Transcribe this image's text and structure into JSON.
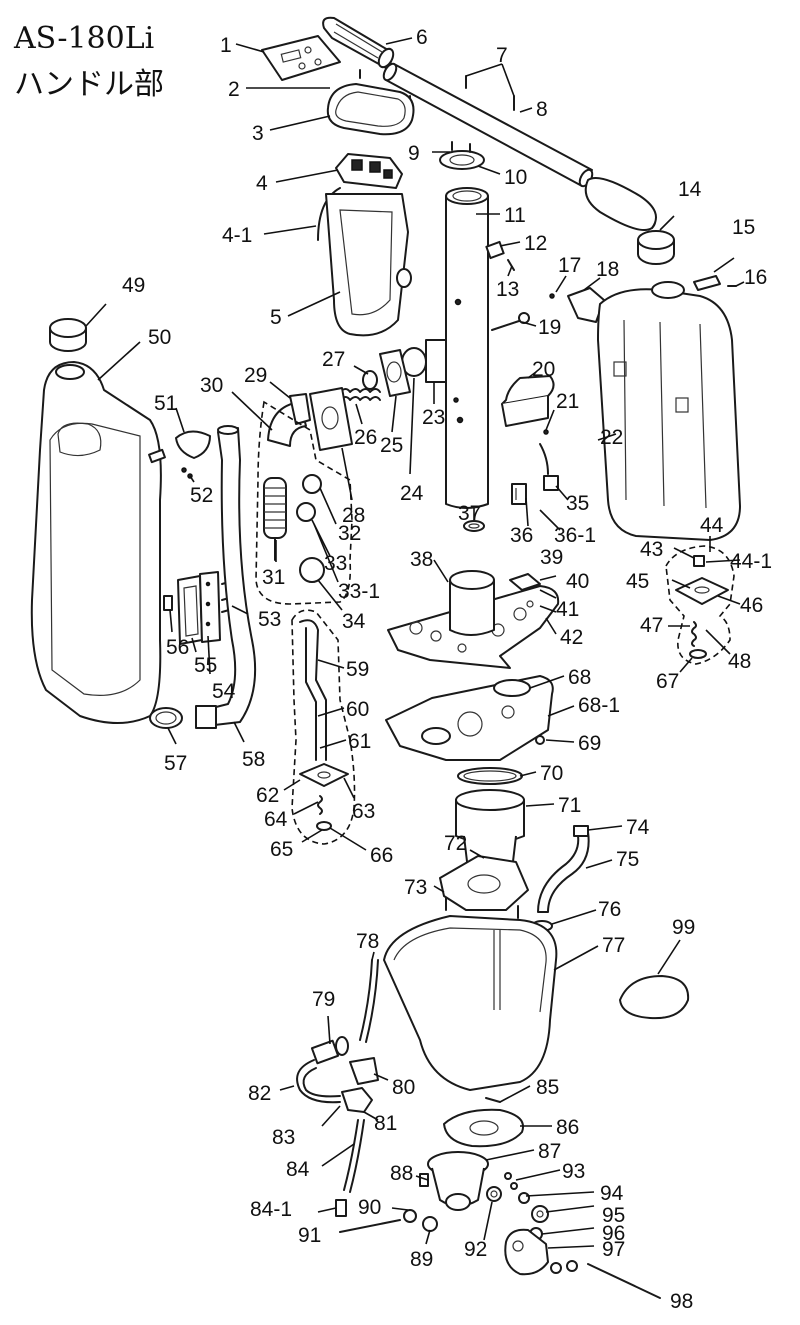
{
  "title": {
    "model": "AS-180Li",
    "section": "ハンドル部"
  },
  "callouts": {
    "c1": "1",
    "c2": "2",
    "c3": "3",
    "c4": "4",
    "c4_1": "4-1",
    "c5": "5",
    "c6": "6",
    "c7": "7",
    "c8": "8",
    "c9": "9",
    "c10": "10",
    "c11": "11",
    "c12": "12",
    "c13": "13",
    "c14": "14",
    "c15": "15",
    "c16": "16",
    "c17": "17",
    "c18": "18",
    "c19": "19",
    "c20": "20",
    "c21": "21",
    "c22": "22",
    "c23": "23",
    "c24": "24",
    "c25": "25",
    "c26": "26",
    "c27": "27",
    "c28": "28",
    "c29": "29",
    "c30": "30",
    "c31": "31",
    "c32": "32",
    "c33": "33",
    "c33_1": "33-1",
    "c34": "34",
    "c35": "35",
    "c36": "36",
    "c36_1": "36-1",
    "c37": "37",
    "c38": "38",
    "c39": "39",
    "c40": "40",
    "c41": "41",
    "c42": "42",
    "c43": "43",
    "c44": "44",
    "c44_1": "44-1",
    "c45": "45",
    "c46": "46",
    "c47": "47",
    "c48": "48",
    "c49": "49",
    "c50": "50",
    "c51": "51",
    "c52": "52",
    "c53": "53",
    "c54": "54",
    "c55": "55",
    "c56": "56",
    "c57": "57",
    "c58": "58",
    "c59": "59",
    "c60": "60",
    "c61": "61",
    "c62": "62",
    "c63": "63",
    "c64": "64",
    "c65": "65",
    "c66": "66",
    "c67": "67",
    "c68": "68",
    "c68_1": "68-1",
    "c69": "69",
    "c70": "70",
    "c71": "71",
    "c72": "72",
    "c73": "73",
    "c74": "74",
    "c75": "75",
    "c76": "76",
    "c77": "77",
    "c78": "78",
    "c79": "79",
    "c80": "80",
    "c81": "81",
    "c82": "82",
    "c83": "83",
    "c84": "84",
    "c84_1": "84-1",
    "c85": "85",
    "c86": "86",
    "c87": "87",
    "c88": "88",
    "c89": "89",
    "c90": "90",
    "c91": "91",
    "c92": "92",
    "c93": "93",
    "c94": "94",
    "c95": "95",
    "c96": "96",
    "c97": "97",
    "c98": "98",
    "c99": "99"
  }
}
